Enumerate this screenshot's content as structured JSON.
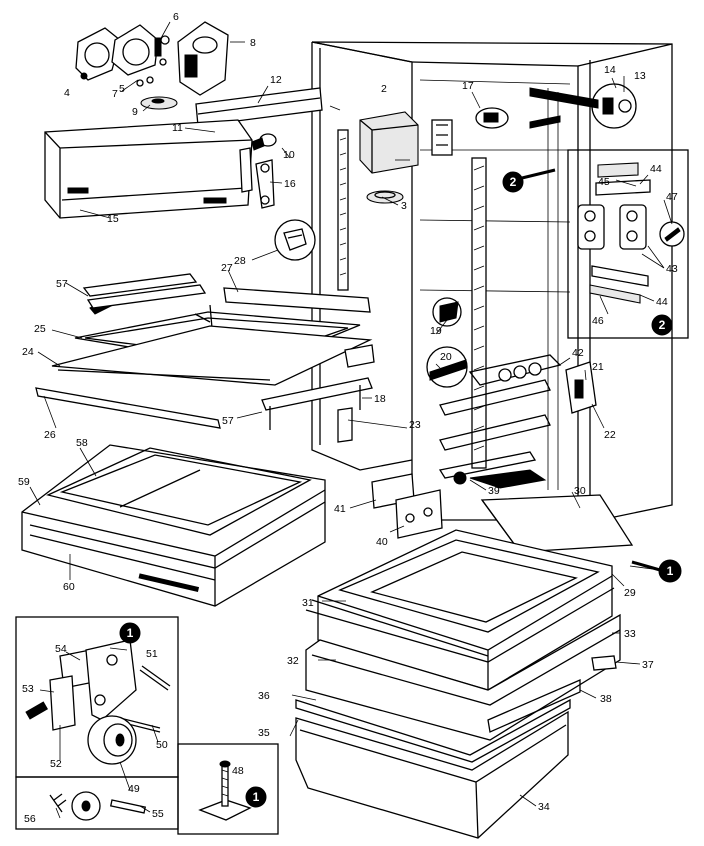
{
  "callouts": {
    "c1": "1",
    "c2": "2",
    "c3": "3",
    "c4": "4",
    "c5": "5",
    "c6": "6",
    "c7": "7",
    "c8": "8",
    "c9": "9",
    "c10": "10",
    "c11": "11",
    "c12": "12",
    "c13": "13",
    "c14": "14",
    "c15": "15",
    "c16": "16",
    "c17": "17",
    "c18": "18",
    "c19": "19",
    "c20": "20",
    "c21": "21",
    "c22": "22",
    "c23": "23",
    "c24": "24",
    "c25": "25",
    "c26": "26",
    "c27": "27",
    "c28": "28",
    "c29": "29",
    "c30": "30",
    "c31": "31",
    "c32": "32",
    "c33": "33",
    "c34": "34",
    "c35": "35",
    "c36": "36",
    "c37": "37",
    "c38": "38",
    "c39": "39",
    "c40": "40",
    "c41": "41",
    "c42": "42",
    "c43": "43",
    "c44a": "44",
    "c44b": "44",
    "c45": "45",
    "c46": "46",
    "c47": "47",
    "c48": "48",
    "c49": "49",
    "c50": "50",
    "c51": "51",
    "c52": "52",
    "c53": "53",
    "c54": "54",
    "c55": "55",
    "c56": "56",
    "c57a": "57",
    "c57b": "57",
    "c58": "58",
    "c59": "59",
    "c60": "60"
  },
  "badges": {
    "inset_wheel": "1",
    "inset_leveler": "1",
    "crisper_ref": "1",
    "inset_hinge": "2",
    "cabinet_ref": "2"
  }
}
